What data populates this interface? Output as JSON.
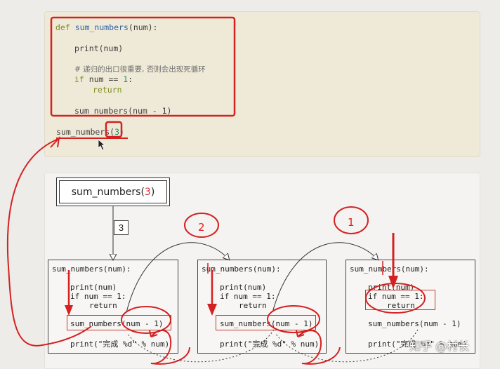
{
  "code": {
    "def_kw": "def",
    "fn_name": "sum_numbers",
    "def_params": "(num):",
    "print_line": "print(num)",
    "comment": "# 递归的出口很重要, 否则会出现死循环",
    "if_kw": "if",
    "if_cond_a": " num == ",
    "if_num": "1",
    "if_colon": ":",
    "return_kw": "return",
    "recursive_call": "sum_numbers(num - 1)",
    "invoke_name": "sum_numbers",
    "invoke_arg": "3"
  },
  "diagram": {
    "title_fn": "sum_numbers(",
    "title_arg": "3",
    "title_close": ")",
    "first_arg_label": "3",
    "step_labels": [
      "2",
      "1"
    ],
    "frames": [
      {
        "header": "sum_numbers(num):",
        "print": "print(num)",
        "if_line": "if num == 1:",
        "ret": "return",
        "call": "sum_numbers(num - 1)",
        "final": "print(\"完成 %d\" % num)"
      },
      {
        "header": "sum_numbers(num):",
        "print": "print(num)",
        "if_line": "if num == 1:",
        "ret": "return",
        "call": "sum_numbers(num - 1)",
        "final": "print(\"完成 %d\" % num)"
      },
      {
        "header": "sum_numbers(num):",
        "print": "print(num)",
        "if_line": "if num == 1:",
        "ret": "return",
        "call": "sum_numbers(num - 1)",
        "final": "print(\"完成 %d\" % num)"
      }
    ]
  },
  "watermark": "知乎 @村长",
  "colors": {
    "annotation_red": "#d42121",
    "code_panel_bg": "#efead8"
  }
}
